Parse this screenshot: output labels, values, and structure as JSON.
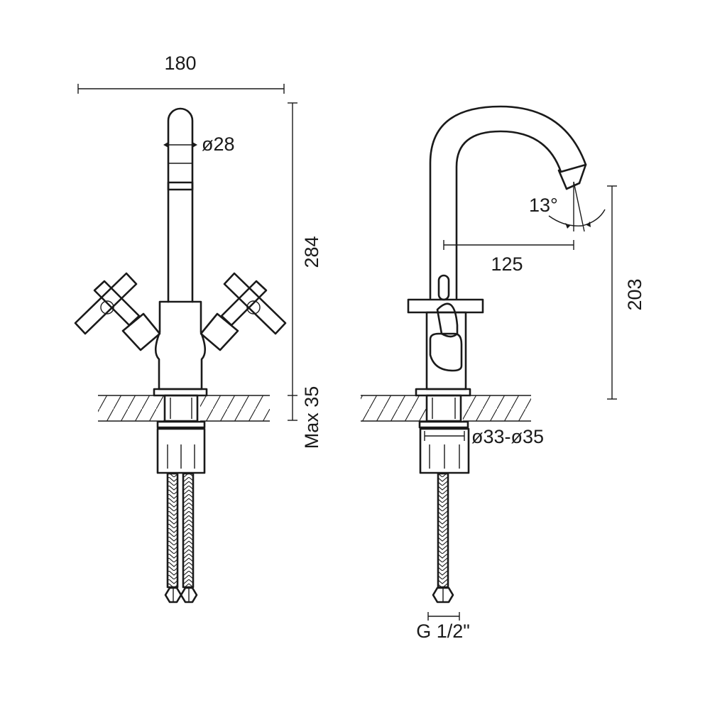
{
  "front_view": {
    "width_label": "180",
    "diameter_label": "ø28",
    "height_label": "284",
    "deck_label": "Max 35"
  },
  "side_view": {
    "angle_label": "13°",
    "reach_label": "125",
    "spout_height_label": "203",
    "hole_label": "ø33-ø35",
    "connection_label": "G 1/2\""
  },
  "colors": {
    "line": "#1a1a1a",
    "background": "#ffffff"
  }
}
